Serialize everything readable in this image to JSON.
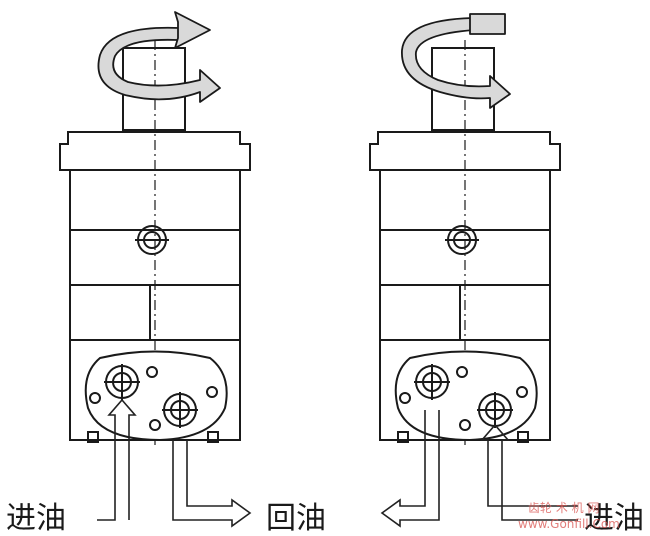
{
  "diagram": {
    "labels": {
      "left_inlet": "进油",
      "return": "回油",
      "right_inlet": "进油"
    },
    "watermark": {
      "line1": "齿轮 术 机 网",
      "line2": "www.Gonfill.Com"
    },
    "colors": {
      "ink": "#1a1a1a",
      "arrow_fill": "#d9d9d9",
      "line": "#222222",
      "watermark": "#d9534f"
    }
  }
}
